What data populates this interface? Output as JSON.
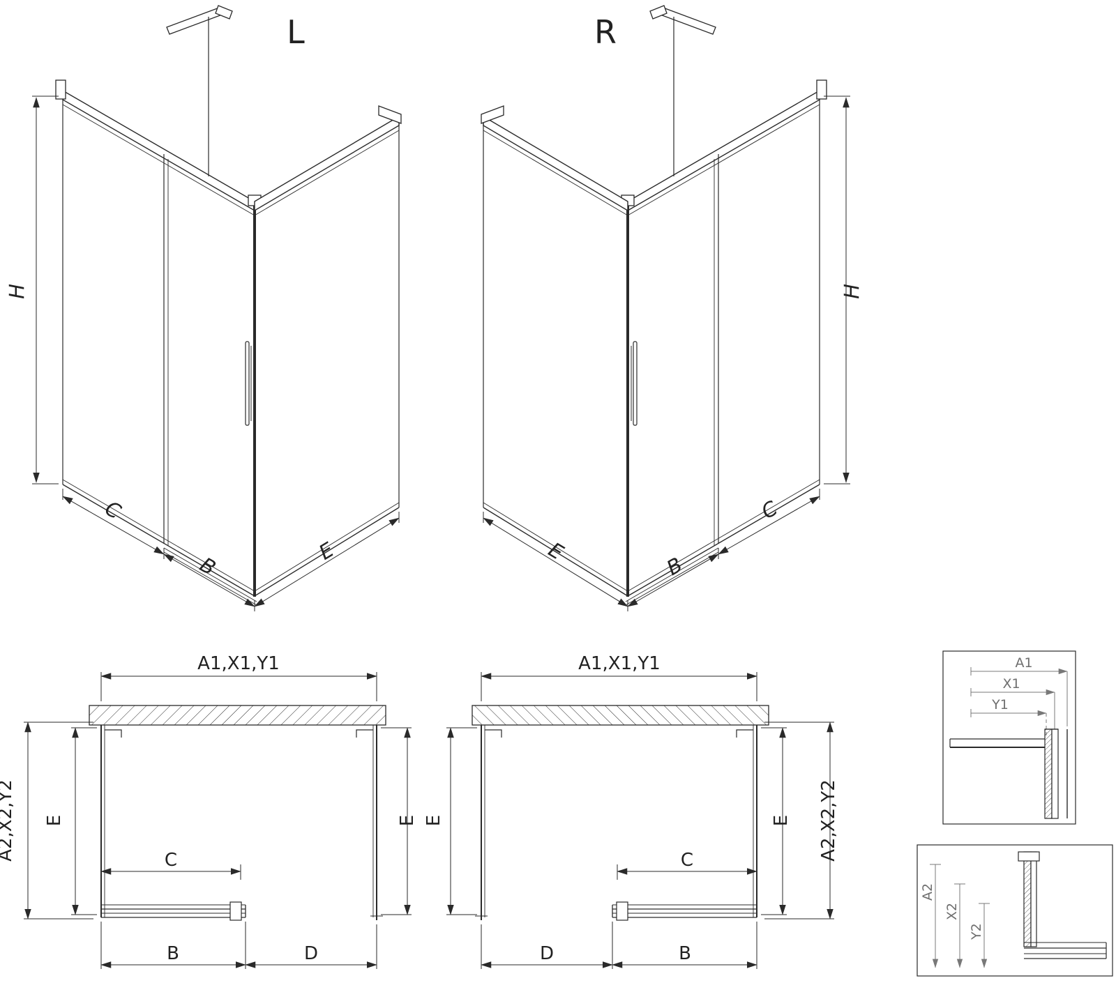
{
  "iso_left": {
    "title": "L",
    "dim_height": "H",
    "dim_c": "C",
    "dim_b": "B",
    "dim_e": "E"
  },
  "iso_right": {
    "title": "R",
    "dim_height": "H",
    "dim_c": "C",
    "dim_b": "B",
    "dim_e": "E"
  },
  "plan_left": {
    "dim_width_top": "A1,X1,Y1",
    "dim_depth_outer": "A2,X2,Y2",
    "dim_e_left": "E",
    "dim_e_right": "E",
    "dim_c": "C",
    "dim_b": "B",
    "dim_d": "D"
  },
  "plan_right": {
    "dim_width_top": "A1,X1,Y1",
    "dim_depth_outer": "A2,X2,Y2",
    "dim_e_left": "E",
    "dim_e_right": "E",
    "dim_c": "C",
    "dim_b": "B",
    "dim_d": "D"
  },
  "detail_top": {
    "dim_a1": "A1",
    "dim_x1": "X1",
    "dim_y1": "Y1"
  },
  "detail_bottom": {
    "dim_a2": "A2",
    "dim_x2": "X2",
    "dim_y2": "Y2"
  }
}
